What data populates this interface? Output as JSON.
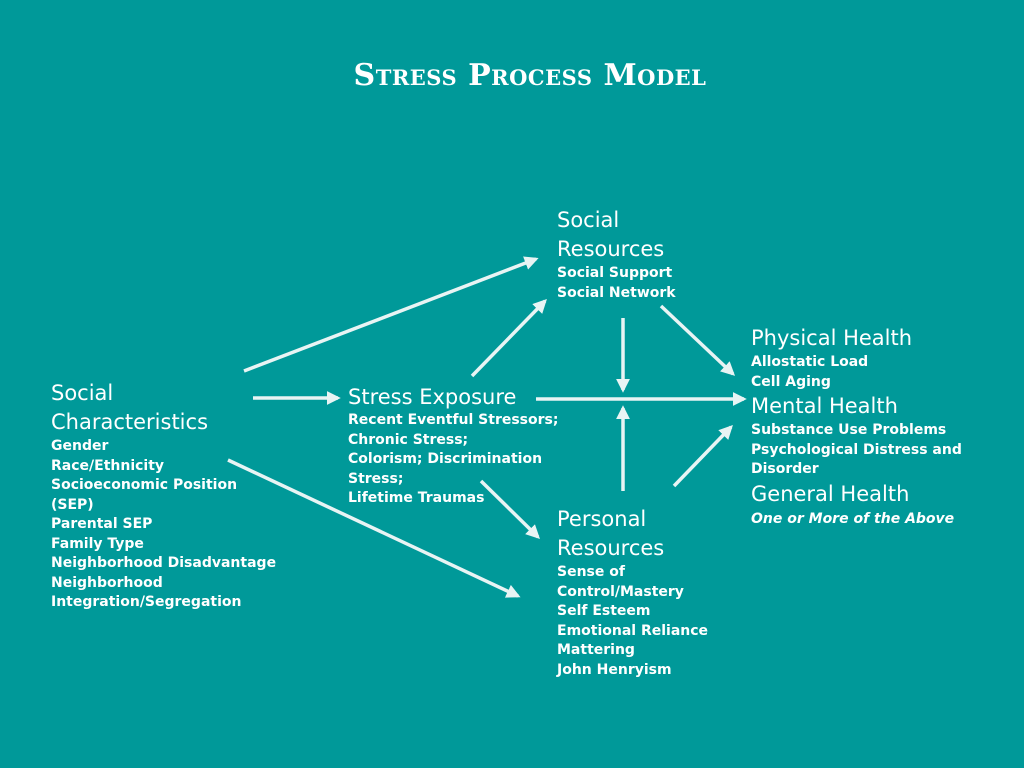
{
  "title": "Stress Process Model",
  "nodes": {
    "social_characteristics": {
      "heading_lines": [
        "Social",
        "Characteristics"
      ],
      "items": [
        "Gender",
        "Race/Ethnicity",
        "Socioeconomic Position",
        "(SEP)",
        "Parental SEP",
        "Family Type",
        "Neighborhood Disadvantage",
        "Neighborhood",
        "Integration/Segregation"
      ]
    },
    "stress_exposure": {
      "heading": "Stress Exposure",
      "items": [
        "Recent Eventful Stressors;",
        "Chronic Stress;",
        "Colorism; Discrimination",
        "Stress;",
        "Lifetime Traumas"
      ]
    },
    "social_resources": {
      "heading_lines": [
        "Social",
        "Resources"
      ],
      "items": [
        "Social Support",
        "Social Network"
      ]
    },
    "personal_resources": {
      "heading_lines": [
        "Personal",
        "Resources"
      ],
      "items": [
        "Sense of",
        "Control/Mastery",
        "Self Esteem",
        "Emotional Reliance",
        "Mattering",
        "John Henryism"
      ]
    },
    "outcomes": {
      "physical_heading": "Physical Health",
      "physical_items": [
        "Allostatic Load",
        "Cell Aging"
      ],
      "mental_heading": "Mental Health",
      "mental_items": [
        "Substance Use Problems",
        "Psychological Distress and",
        "Disorder"
      ],
      "general_heading": "General Health",
      "general_note": "One or More of the Above"
    }
  },
  "colors": {
    "background": "#009999",
    "text": "#ffffff",
    "arrow": "#e8f4f4"
  }
}
